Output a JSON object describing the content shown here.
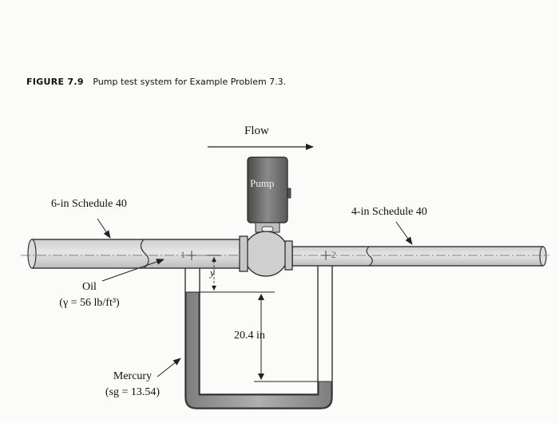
{
  "figure": {
    "number": "FIGURE 7.9",
    "caption": "Pump test system for Example Problem 7.3."
  },
  "labels": {
    "flow": "Flow",
    "pump": "Pump",
    "inlet_pipe": "6-in Schedule 40",
    "outlet_pipe": "4-in Schedule 40",
    "oil_line1": "Oil",
    "oil_line2": "(γ = 56 lb/ft³)",
    "point1": "1",
    "point2": "2",
    "y": "y",
    "height": "20.4 in",
    "mercury_line1": "Mercury",
    "mercury_line2": "(sg = 13.54)"
  }
}
